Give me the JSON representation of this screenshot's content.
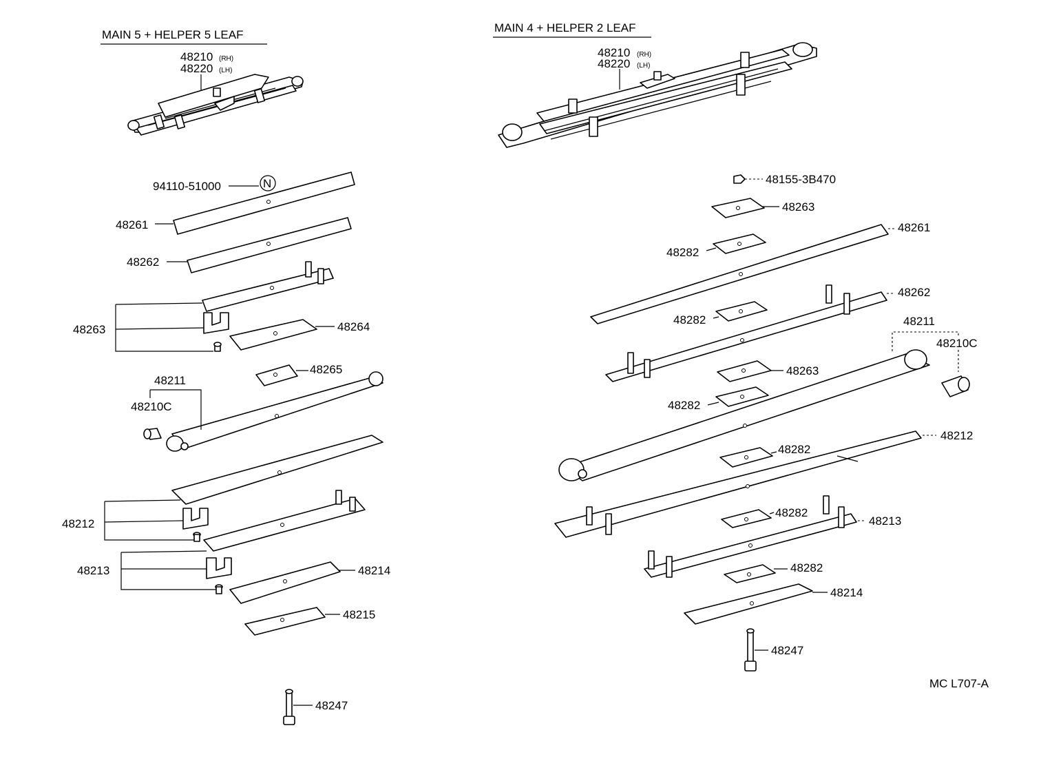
{
  "left": {
    "title": "MAIN 5 + HELPER 5 LEAF",
    "assembly": {
      "rh": "48210",
      "rh_suffix": "(RH)",
      "lh": "48220",
      "lh_suffix": "(LH)"
    },
    "labels": {
      "clip_nut": "94110-51000",
      "new_mark": "N",
      "leaf1": "48261",
      "leaf2": "48262",
      "leaf3": "48263",
      "leaf4": "48264",
      "leaf5": "48265",
      "main": "48211",
      "bushing": "48210C",
      "helper1": "48212",
      "helper2": "48213",
      "helper3": "48214",
      "helper4": "48215",
      "bolt": "48247"
    }
  },
  "right": {
    "title": "MAIN 4 + HELPER 2 LEAF",
    "assembly": {
      "rh": "48210",
      "rh_suffix": "(RH)",
      "lh": "48220",
      "lh_suffix": "(LH)"
    },
    "labels": {
      "nut": "48155-3B470",
      "plate_top": "48263",
      "spacer1": "48282",
      "leaf1": "48261",
      "spacer2": "48282",
      "leaf2": "48262",
      "main": "48211",
      "bushing": "48210C",
      "plate_mid": "48263",
      "spacer3": "48282",
      "helper1": "48212",
      "spacer4": "48282",
      "spacer5": "48282",
      "helper2": "48213",
      "spacer6": "48282",
      "helper3": "48214",
      "bolt": "48247"
    }
  },
  "figure_code": "MC L707-A"
}
